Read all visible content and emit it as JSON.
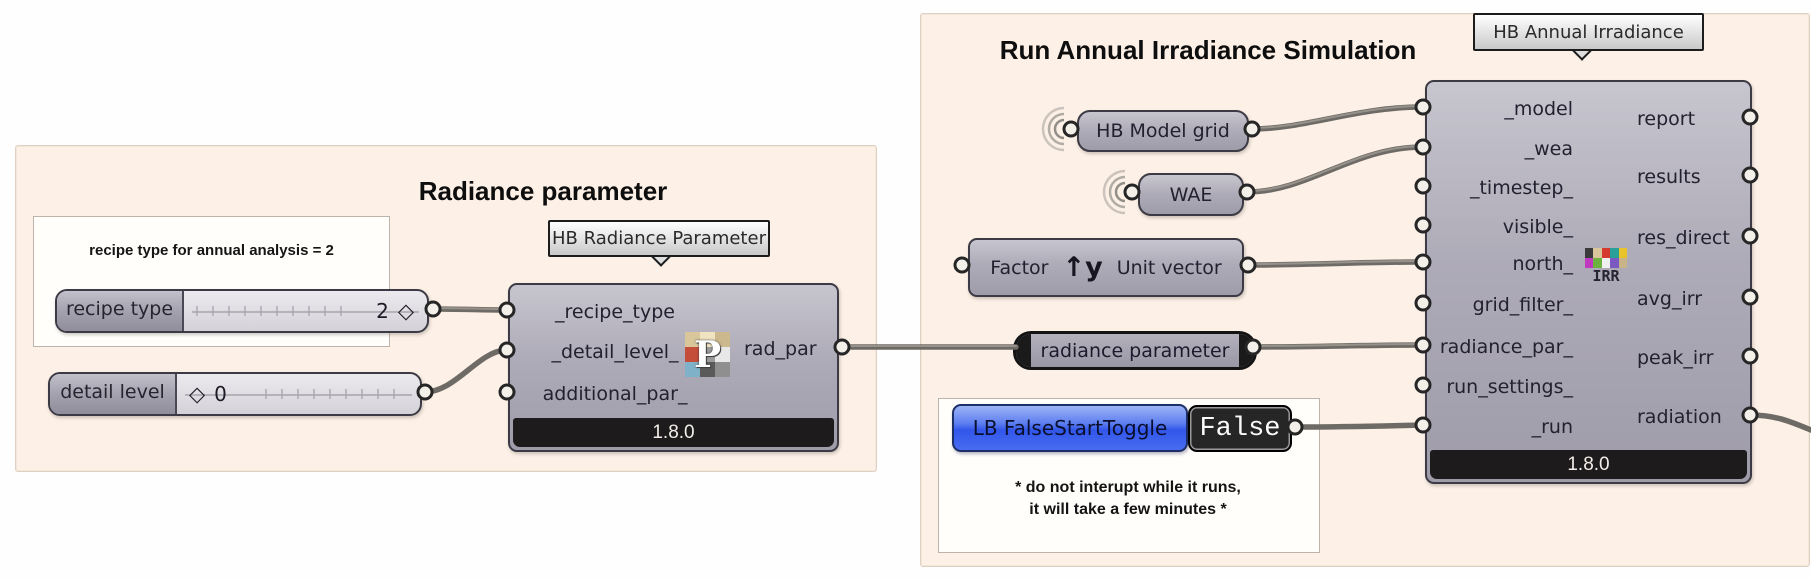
{
  "radiance_group": {
    "title": "Radiance parameter",
    "panel_note": "recipe type for annual analysis = 2",
    "recipe_slider": {
      "label": "recipe type",
      "value": "2",
      "knob": "◇"
    },
    "detail_slider": {
      "label": "detail level",
      "value": "0",
      "knob": "◇"
    },
    "component": {
      "tooltip": "HB Radiance Parameter",
      "inputs": [
        "_recipe_type",
        "_detail_level_",
        "additional_par_"
      ],
      "output": "rad_par",
      "icon_letter": "P",
      "version": "1.8.0"
    }
  },
  "simulation_group": {
    "title": "Run Annual Irradiance Simulation",
    "model_relay": "HB Model grid",
    "wea_relay": "WAE",
    "unit_vector": {
      "input": "Factor",
      "icon": "↑y",
      "output": "Unit vector"
    },
    "param_capsule": "radiance parameter",
    "toggle": {
      "label": "LB FalseStartToggle",
      "value": "False"
    },
    "note_line1": "* do not interupt while it runs,",
    "note_line2": "it will take a few minutes *",
    "component": {
      "tooltip": "HB Annual Irradiance",
      "inputs": [
        "_model",
        "_wea",
        "_timestep_",
        "visible_",
        "north_",
        "grid_filter_",
        "radiance_par_",
        "run_settings_",
        "_run"
      ],
      "outputs": [
        "report",
        "results",
        "res_direct",
        "avg_irr",
        "peak_irr",
        "radiation"
      ],
      "icon_label": "IRR",
      "version": "1.8.0"
    }
  },
  "icons": {
    "wireless": "wireless-arcs",
    "unit_y": "↑y",
    "slider_knob": "◇"
  },
  "colors": {
    "group_bg": "#fcf0e7",
    "component_gray": "#a7a4b0",
    "toggle_blue": "#4b6ef0",
    "wire": "#77736e",
    "version_bar": "#1d1b1c",
    "canvas": "#fefefe"
  }
}
